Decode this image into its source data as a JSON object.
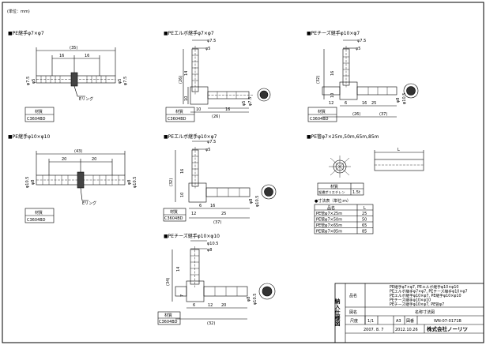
{
  "unit_note": "(単位：mm)",
  "parts": {
    "p1": {
      "title": "■PE継手φ7×φ7",
      "dims": [
        "(35)",
        "16",
        "16",
        "φ7.5",
        "φ5",
        "φ5",
        "φ7.5"
      ],
      "callout": "Eリング",
      "mat_head": "材質",
      "mat_val": "C3604BD"
    },
    "p2": {
      "title": "■PEエルボ継手φ7×φ7",
      "dims": [
        "φ7.5",
        "φ5",
        "(26)",
        "14",
        "10",
        "10",
        "φ5",
        "φ7.5",
        "(26)",
        "16"
      ],
      "mat_head": "材質",
      "mat_val": "C3604BD"
    },
    "p3": {
      "title": "■PEチーズ継手φ10×φ7",
      "dims": [
        "φ7.5",
        "φ5",
        "(32)",
        "16",
        "10",
        "(26)",
        "6",
        "12",
        "25",
        "φ8",
        "φ10.5",
        "(37)",
        "16"
      ],
      "mat_head": "材質",
      "mat_val": "C3604BD"
    },
    "p4": {
      "title": "■PE継手φ10×φ10",
      "dims": [
        "(43)",
        "20",
        "20",
        "φ10.5",
        "φ8",
        "φ8",
        "φ10.5"
      ],
      "callout": "Eリング",
      "mat_head": "材質",
      "mat_val": "C3604BD"
    },
    "p5": {
      "title": "■PEエルボ継手φ10×φ7",
      "dims": [
        "φ7.5",
        "φ5",
        "(32)",
        "16",
        "10",
        "6",
        "12",
        "25",
        "φ8",
        "φ10.5",
        "(37)",
        "16"
      ],
      "mat_head": "材質",
      "mat_val": "C3604BD"
    },
    "p6": {
      "title": "■PEチーズ継手φ10×φ10",
      "dims": [
        "φ10.5",
        "φ8",
        "(34)",
        "14",
        "7",
        "6",
        "20",
        "φ8",
        "φ10.5",
        "(32)",
        "12"
      ],
      "mat_head": "材質",
      "mat_val": "C3604BD"
    },
    "p7": {
      "title": "■PE管φ7×25m,50m,65m,85m",
      "dim_L": "L",
      "mat_head": "材質",
      "mat_val": "架橋ポリエチレン",
      "mat_val2": "1.5t",
      "table_title": "●寸法表（単位:m）",
      "table_headers": [
        "品名",
        "L"
      ],
      "table_rows": [
        [
          "PE管φ7×25m",
          "25"
        ],
        [
          "PE管φ7×50m",
          "50"
        ],
        [
          "PE管φ7×65m",
          "65"
        ],
        [
          "PE管φ7×85m",
          "85"
        ]
      ]
    }
  },
  "title_block": {
    "side_label": "納入仕様図",
    "hinmei_label": "品名",
    "hinmei_lines": [
      "PE継手φ7×φ7, PEエルボ継手φ10×φ10",
      "PEエルボ継手φ7×φ7, PEチーズ継手φ10×φ7",
      "PEエルボ継手φ10×φ7, PE継手φ10×φ10",
      "PEチーズ継手φ10×φ10",
      "PEチーズ継手φ10×φ7, PE管φ7"
    ],
    "zumei_label": "図名",
    "zumei_value": "名称寸法図",
    "scale_label": "尺度",
    "scale_value": "1/1",
    "size_label": "A3",
    "zuban_label": "図番",
    "zuban_value": "WN-07-0171B",
    "date1": "2007. 8. 7",
    "date2": "2012.10.26",
    "company": "株式会社ノーリツ"
  }
}
